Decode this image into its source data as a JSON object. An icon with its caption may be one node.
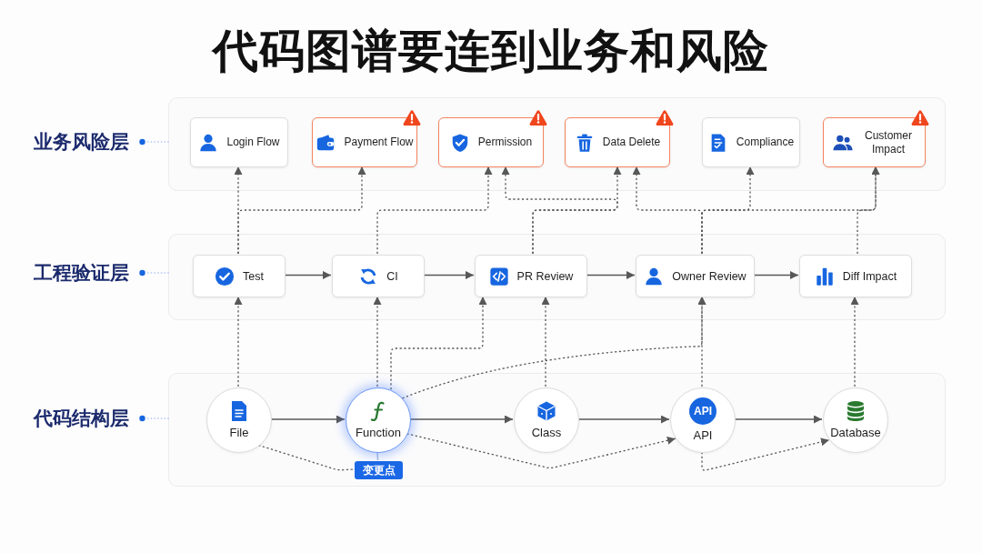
{
  "diagram": {
    "title": "代码图谱要连到业务和风险",
    "nodes": [
      {
        "text": [
          "业务风险层"
        ]
      },
      {
        "text": [
          "Login Flow"
        ],
        "in": 0
      },
      {
        "text": [
          "Payment Flow"
        ],
        "in": 0
      },
      {
        "text": [
          "Permission"
        ],
        "in": 0
      },
      {
        "text": [
          "Data Delete"
        ],
        "in": 0
      },
      {
        "text": [
          "Compliance"
        ],
        "in": 0
      },
      {
        "text": [
          "Customer Impact"
        ],
        "in": 0
      },
      {
        "text": [
          "工程验证层"
        ]
      },
      {
        "text": [
          "Test"
        ],
        "in": 7
      },
      {
        "text": [
          "CI"
        ],
        "in": 7
      },
      {
        "text": [
          "PR Review"
        ],
        "in": 7
      },
      {
        "text": [
          "Owner Review"
        ],
        "in": 7
      },
      {
        "text": [
          "Diff Impact"
        ],
        "in": 7
      },
      {
        "text": [
          "代码结构层"
        ]
      },
      {
        "text": [
          "File"
        ],
        "in": 13
      },
      {
        "text": [
          "Function"
        ],
        "in": 13
      },
      {
        "text": [
          "Class"
        ],
        "in": 13
      },
      {
        "text": [
          "API",
          "API"
        ],
        "in": 13
      },
      {
        "text": [
          "Database"
        ],
        "in": 13
      },
      {
        "text": [
          "变更点"
        ],
        "in": 13
      }
    ],
    "edges": [
      {
        "from": 8,
        "to": 9,
        "arrow": "to"
      },
      {
        "from": 9,
        "to": 10,
        "arrow": "to"
      },
      {
        "from": 10,
        "to": 11,
        "arrow": "to"
      },
      {
        "from": 11,
        "to": 12,
        "arrow": "to"
      },
      {
        "from": 14,
        "to": 15,
        "arrow": "to"
      },
      {
        "from": 15,
        "to": 16,
        "arrow": "to"
      },
      {
        "from": 16,
        "to": 17,
        "arrow": "to"
      },
      {
        "from": 17,
        "to": 18,
        "arrow": "to"
      },
      {
        "from": 14,
        "to": 8,
        "arrow": "to",
        "style": "dashed"
      },
      {
        "from": 15,
        "to": 9,
        "arrow": "to",
        "style": "dashed"
      },
      {
        "from": 15,
        "to": 10,
        "arrow": "to",
        "style": "dashed"
      },
      {
        "from": 16,
        "to": 10,
        "arrow": "to",
        "style": "dashed"
      },
      {
        "from": 15,
        "to": 11,
        "arrow": "to",
        "style": "dashed"
      },
      {
        "from": 17,
        "to": 11,
        "arrow": "to",
        "style": "dashed"
      },
      {
        "from": 18,
        "to": 12,
        "arrow": "to",
        "style": "dashed"
      },
      {
        "from": 8,
        "to": 1,
        "arrow": "to",
        "style": "dashed"
      },
      {
        "from": 8,
        "to": 2,
        "arrow": "to",
        "style": "dashed"
      },
      {
        "from": 9,
        "to": 3,
        "arrow": "to",
        "style": "dashed"
      },
      {
        "from": 10,
        "to": 3,
        "arrow": "to",
        "style": "dashed"
      },
      {
        "from": 10,
        "to": 4,
        "arrow": "to",
        "style": "dashed"
      },
      {
        "from": 11,
        "to": 4,
        "arrow": "to",
        "style": "dashed"
      },
      {
        "from": 11,
        "to": 5,
        "arrow": "to",
        "style": "dashed"
      },
      {
        "from": 11,
        "to": 6,
        "arrow": "to",
        "style": "dashed"
      },
      {
        "from": 12,
        "to": 6,
        "arrow": "to",
        "style": "dashed"
      },
      {
        "from": 15,
        "to": 17,
        "arrow": "to",
        "style": "dashed"
      },
      {
        "from": 17,
        "to": 18,
        "arrow": "to",
        "style": "dashed"
      },
      {
        "from": 14,
        "to": 19,
        "arrow": "none",
        "style": "dashed"
      },
      {
        "from": 15,
        "to": 19,
        "arrow": "none",
        "color": "#9fb6e6"
      }
    ]
  }
}
